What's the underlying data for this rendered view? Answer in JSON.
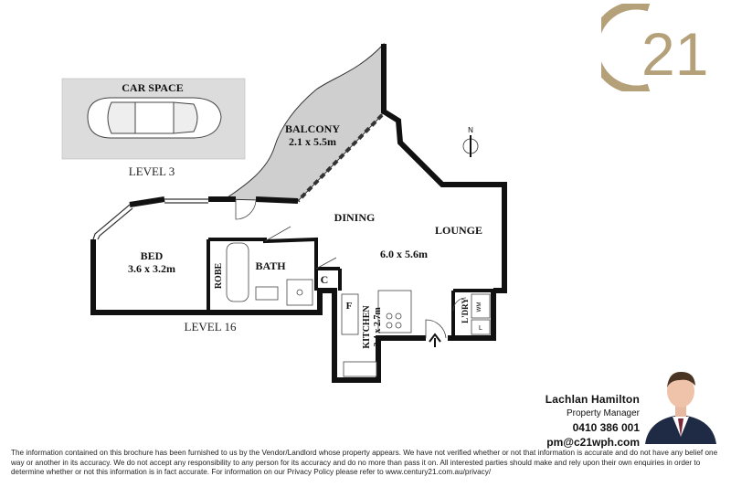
{
  "plan": {
    "car_space": "CAR SPACE",
    "level_3": "LEVEL 3",
    "balcony": "BALCONY",
    "balcony_size": "2.1 x 5.5m",
    "dining": "DINING",
    "lounge": "LOUNGE",
    "main_size": "6.0 x 5.6m",
    "bed": "BED",
    "bed_size": "3.6 x 3.2m",
    "robe": "ROBE",
    "bath": "BATH",
    "cupboard": "C",
    "fridge": "F",
    "kitchen": "KITCHEN",
    "kitchen_size": "2.4 x 2.7m",
    "laundry": "L'DRY",
    "washing_machine": "WM",
    "laundry_tub": "L",
    "level_16": "LEVEL 16",
    "north": "N"
  },
  "logo": {
    "text": "21",
    "color": "#b4a17a"
  },
  "agent": {
    "name": "Lachlan Hamilton",
    "role": "Property Manager",
    "phone": "0410 386 001",
    "email": "pm@c21wph.com"
  },
  "disclaimer": "The information contained on this brochure has been furnished to us by the Vendor/Landlord whose property appears. We have not verified whether or not that information is accurate and do not have any belief one way or another in its accuracy. We do not accept any responsibility to any person for its accuracy and do no more than pass it on. All interested parties should make and rely upon their own enquiries in order to determine whether or not this information is in fact accurate. For information on our Privacy Policy please refer to www.century21.com.au/privacy/"
}
